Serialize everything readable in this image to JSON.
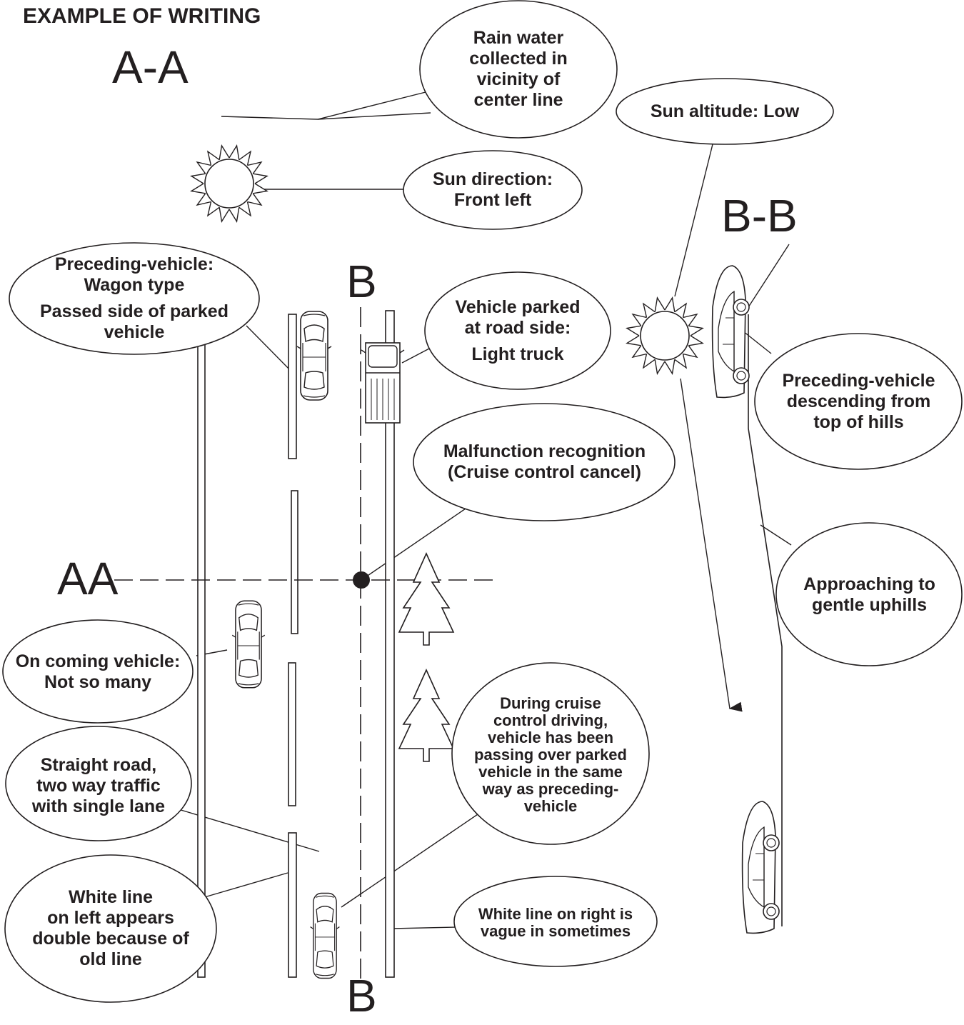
{
  "heading": "EXAMPLE OF WRITING",
  "section_labels": {
    "a_a": "A-A",
    "b_b": "B-B",
    "b_top": "B",
    "b_bottom": "B",
    "aa": "AA"
  },
  "callouts": {
    "rain_water": [
      "Rain water",
      "collected in",
      "vicinity of",
      "center line"
    ],
    "sun_altitude": [
      "Sun altitude: Low"
    ],
    "sun_direction": [
      "Sun direction:",
      "Front left"
    ],
    "preceding_vehicle": [
      "Preceding-vehicle:",
      "Wagon type",
      "Passed side of parked",
      "vehicle"
    ],
    "parked_vehicle": [
      "Vehicle parked",
      "at road side:",
      "Light truck"
    ],
    "descending": [
      "Preceding-vehicle",
      "descending from",
      "top of hills"
    ],
    "malfunction": [
      "Malfunction recognition",
      "(Cruise control cancel)"
    ],
    "uphills": [
      "Approaching to",
      "gentle uphills"
    ],
    "oncoming": [
      "On coming vehicle:",
      "Not so many"
    ],
    "cruise_driving": [
      "During cruise",
      "control driving,",
      "vehicle has been",
      "passing over parked",
      "vehicle in the same",
      "way as preceding-",
      "vehicle"
    ],
    "straight_road": [
      "Straight road,",
      "two way traffic",
      "with single lane"
    ],
    "white_line_left": [
      "White line",
      "on left appears",
      "double because of",
      "old line"
    ],
    "white_line_right": [
      "White line on right is",
      "vague in sometimes"
    ]
  },
  "colors": {
    "ink": "#231f20",
    "paper": "#ffffff"
  }
}
